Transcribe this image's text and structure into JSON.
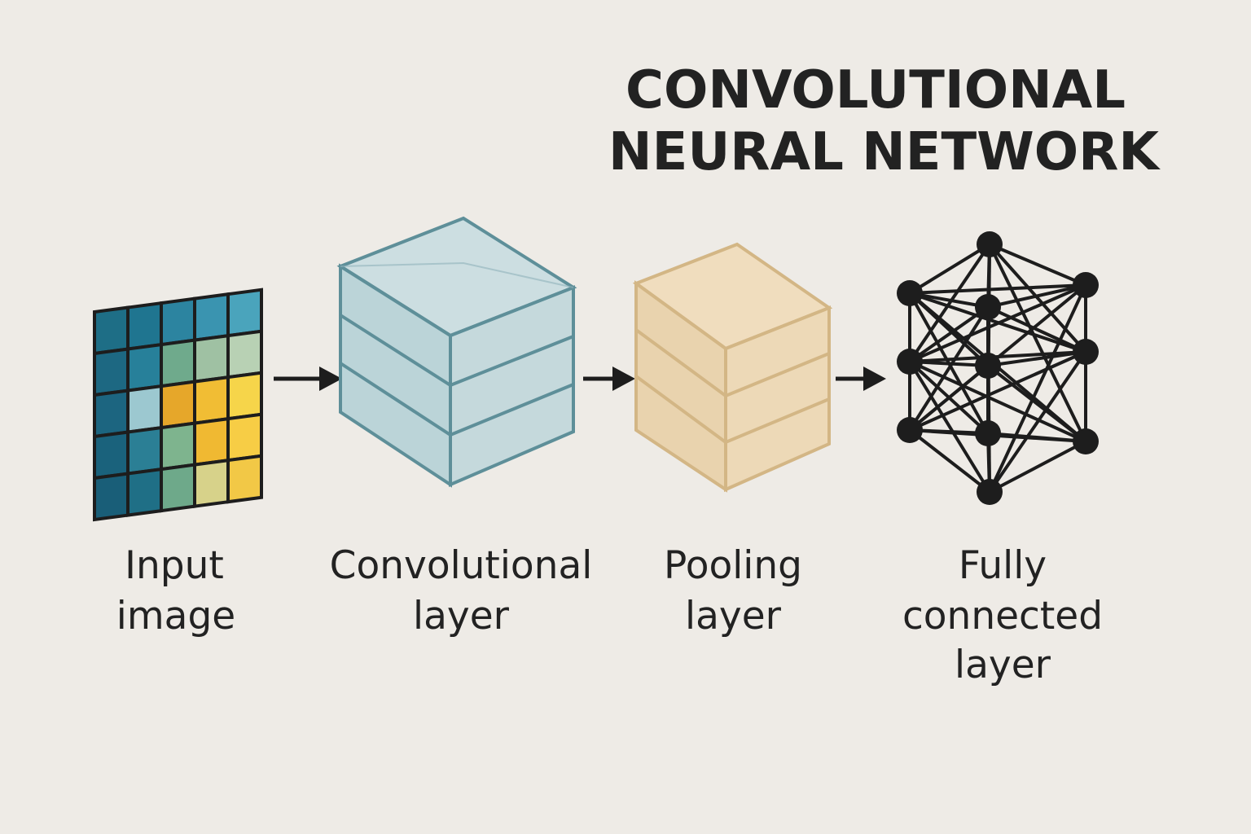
{
  "title": {
    "line1": "CONVOLUTIONAL",
    "line2": "NEURAL NETWORK"
  },
  "stages": [
    {
      "id": "input",
      "caption_lines": [
        "Input",
        "image"
      ]
    },
    {
      "id": "conv",
      "caption_lines": [
        "Convolutional",
        "layer"
      ]
    },
    {
      "id": "pool",
      "caption_lines": [
        "Pooling",
        "layer"
      ]
    },
    {
      "id": "fc",
      "caption_lines": [
        "Fully",
        "connected",
        "layer"
      ]
    }
  ],
  "input_grid": {
    "rows": 5,
    "cols": 5,
    "cell_colors": [
      [
        "#1e6e86",
        "#1f7590",
        "#2c84a0",
        "#3a94b0",
        "#4aa4bc"
      ],
      [
        "#1d6882",
        "#27809a",
        "#6faa8c",
        "#9fc1a3",
        "#b8d1b4"
      ],
      [
        "#1c6580",
        "#9cc8d0",
        "#e6a72a",
        "#f1bd34",
        "#f6d54a"
      ],
      [
        "#1a627c",
        "#2b7f95",
        "#7eb48e",
        "#f0b932",
        "#f7cd45"
      ],
      [
        "#195e78",
        "#1f6f86",
        "#6ea98a",
        "#d7d28a",
        "#f2c846"
      ]
    ]
  },
  "colors": {
    "background": "#eeebe6",
    "conv_fill": "#a9ccd3",
    "conv_stroke": "#5e8f99",
    "pool_fill": "#e8cfa3",
    "pool_stroke": "#d3b685",
    "ink": "#1d1d1d"
  },
  "fc_network": {
    "nodes": [
      {
        "id": "top"
      },
      {
        "id": "l1"
      },
      {
        "id": "l2"
      },
      {
        "id": "l3"
      },
      {
        "id": "m1"
      },
      {
        "id": "m2"
      },
      {
        "id": "m3"
      },
      {
        "id": "r1"
      },
      {
        "id": "r2"
      },
      {
        "id": "r3"
      },
      {
        "id": "bottom"
      }
    ],
    "edges": [
      [
        "top",
        "l1"
      ],
      [
        "top",
        "l2"
      ],
      [
        "top",
        "m1"
      ],
      [
        "top",
        "m2"
      ],
      [
        "top",
        "m3"
      ],
      [
        "top",
        "r1"
      ],
      [
        "top",
        "r2"
      ],
      [
        "top",
        "r3"
      ],
      [
        "l1",
        "m1"
      ],
      [
        "l1",
        "m2"
      ],
      [
        "l1",
        "m3"
      ],
      [
        "l1",
        "r1"
      ],
      [
        "l1",
        "r2"
      ],
      [
        "l1",
        "r3"
      ],
      [
        "l2",
        "m1"
      ],
      [
        "l2",
        "m2"
      ],
      [
        "l2",
        "m3"
      ],
      [
        "l2",
        "r1"
      ],
      [
        "l2",
        "r2"
      ],
      [
        "l2",
        "r3"
      ],
      [
        "l3",
        "m1"
      ],
      [
        "l3",
        "m2"
      ],
      [
        "l3",
        "m3"
      ],
      [
        "l3",
        "r1"
      ],
      [
        "l3",
        "r2"
      ],
      [
        "l3",
        "r3"
      ],
      [
        "l1",
        "l2"
      ],
      [
        "l2",
        "l3"
      ],
      [
        "r1",
        "r2"
      ],
      [
        "r2",
        "r3"
      ],
      [
        "m1",
        "m2"
      ],
      [
        "m2",
        "m3"
      ],
      [
        "m1",
        "r1"
      ],
      [
        "m1",
        "r2"
      ],
      [
        "m2",
        "r2"
      ],
      [
        "m2",
        "r3"
      ],
      [
        "m3",
        "r3"
      ],
      [
        "bottom",
        "l2"
      ],
      [
        "bottom",
        "l3"
      ],
      [
        "bottom",
        "m1"
      ],
      [
        "bottom",
        "m2"
      ],
      [
        "bottom",
        "m3"
      ],
      [
        "bottom",
        "r1"
      ],
      [
        "bottom",
        "r2"
      ],
      [
        "bottom",
        "r3"
      ]
    ]
  }
}
